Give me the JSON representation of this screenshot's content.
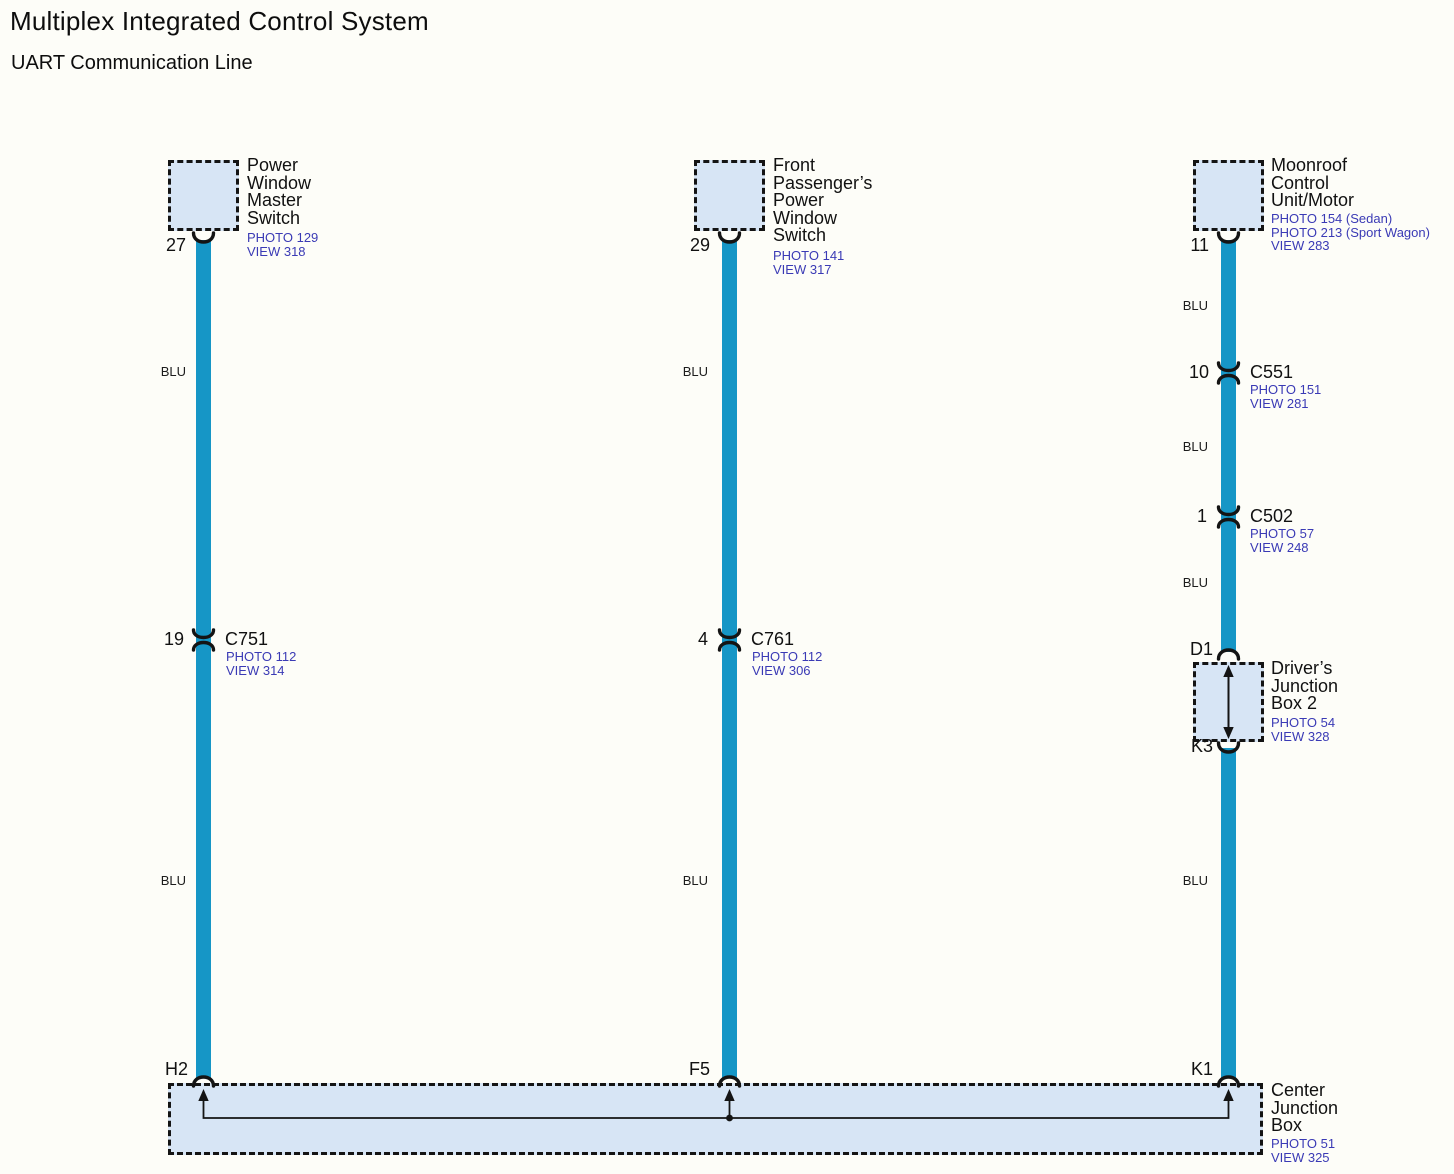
{
  "page": {
    "title": "Multiplex Integrated Control System",
    "subtitle": "UART Communication Line"
  },
  "colors": {
    "wire": "#1696c6",
    "box-fill": "#d7e5f5",
    "ref-link": "#3a3ab5",
    "ink": "#141414"
  },
  "wire_label": "BLU",
  "components": {
    "power_window_master_switch": {
      "name": "Power\nWindow\nMaster\nSwitch",
      "refs": "PHOTO 129\nVIEW 318",
      "pin": "27"
    },
    "front_passenger_power_window_switch": {
      "name": "Front\nPassenger’s\nPower\nWindow\nSwitch",
      "refs": "PHOTO 141\nVIEW 317",
      "pin": "29"
    },
    "moonroof_control_unit_motor": {
      "name": "Moonroof\nControl\nUnit/Motor",
      "refs": "PHOTO 154 (Sedan)\nPHOTO 213 (Sport Wagon)\nVIEW 283",
      "pin": "11"
    },
    "drivers_junction_box_2": {
      "name": "Driver’s\nJunction\nBox 2",
      "refs": "PHOTO 54\nVIEW 328",
      "pin_top": "D1",
      "pin_bottom": "K3"
    },
    "center_junction_box": {
      "name": "Center\nJunction\nBox",
      "refs": "PHOTO 51\nVIEW 325",
      "terminal_left": "H2",
      "terminal_middle": "F5",
      "terminal_right": "K1"
    }
  },
  "connectors": {
    "c751": {
      "name": "C751",
      "pin": "19",
      "refs": "PHOTO 112\nVIEW 314"
    },
    "c761": {
      "name": "C761",
      "pin": "4",
      "refs": "PHOTO 112\nVIEW 306"
    },
    "c551": {
      "name": "C551",
      "pin": "10",
      "refs": "PHOTO 151\nVIEW 281"
    },
    "c502": {
      "name": "C502",
      "pin": "1",
      "refs": "PHOTO 57\nVIEW 248"
    }
  }
}
